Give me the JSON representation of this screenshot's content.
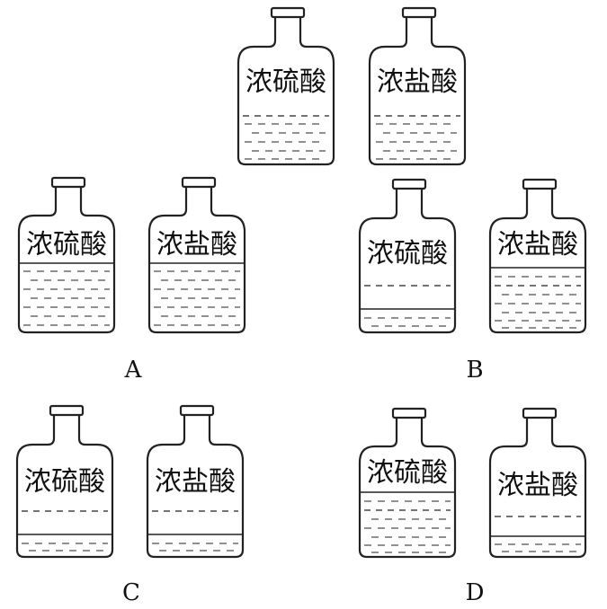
{
  "labels": {
    "sulfuric": "浓硫酸",
    "hydrochloric": "浓盐酸"
  },
  "options": [
    "A",
    "B",
    "C",
    "D"
  ],
  "groups": [
    {
      "id": "original",
      "option": "",
      "bottles": [
        {
          "acid": "sulfuric",
          "level": "original",
          "content": "hatched"
        },
        {
          "acid": "hydrochloric",
          "level": "original",
          "content": "hatched"
        }
      ]
    },
    {
      "id": "A",
      "option": "A",
      "bottles": [
        {
          "acid": "sulfuric",
          "level": "higher",
          "content": "hatched"
        },
        {
          "acid": "hydrochloric",
          "level": "higher",
          "content": "hatched"
        }
      ]
    },
    {
      "id": "B",
      "option": "B",
      "bottles": [
        {
          "acid": "sulfuric",
          "level": "lower",
          "content": "hatched"
        },
        {
          "acid": "hydrochloric",
          "level": "higher",
          "content": "hatched"
        }
      ]
    },
    {
      "id": "C",
      "option": "C",
      "bottles": [
        {
          "acid": "sulfuric",
          "level": "lower",
          "content": "hatched"
        },
        {
          "acid": "hydrochloric",
          "level": "lower",
          "content": "hatched"
        }
      ]
    },
    {
      "id": "D",
      "option": "D",
      "bottles": [
        {
          "acid": "sulfuric",
          "level": "higher",
          "content": "hatched"
        },
        {
          "acid": "hydrochloric",
          "level": "lower",
          "content": "hatched"
        }
      ]
    }
  ]
}
